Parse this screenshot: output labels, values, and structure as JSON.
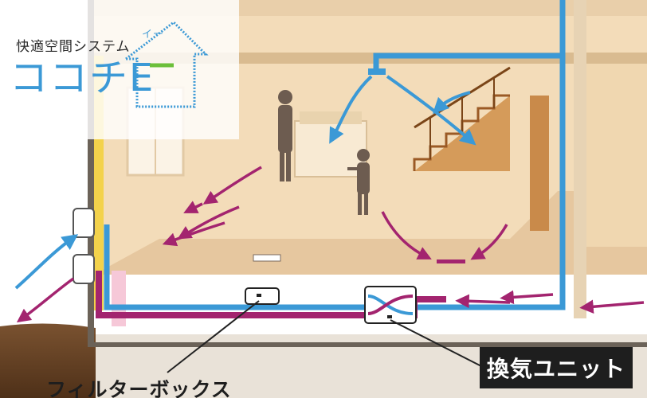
{
  "logo": {
    "subtitle": "快適空間システム",
    "title": "ココチE",
    "reading": "イー"
  },
  "labels": {
    "ventilation_unit": "換気ユニット",
    "filter_box": "フィルターボックス"
  },
  "colors": {
    "supply_air": "#3b99d6",
    "exhaust_air": "#a3246f",
    "room_background": "#f2d7b2",
    "logo_accent_green": "#6bbf3a"
  },
  "icons": [
    "house-outline-icon",
    "supply-air-arrow-icon",
    "exhaust-air-arrow-icon"
  ]
}
